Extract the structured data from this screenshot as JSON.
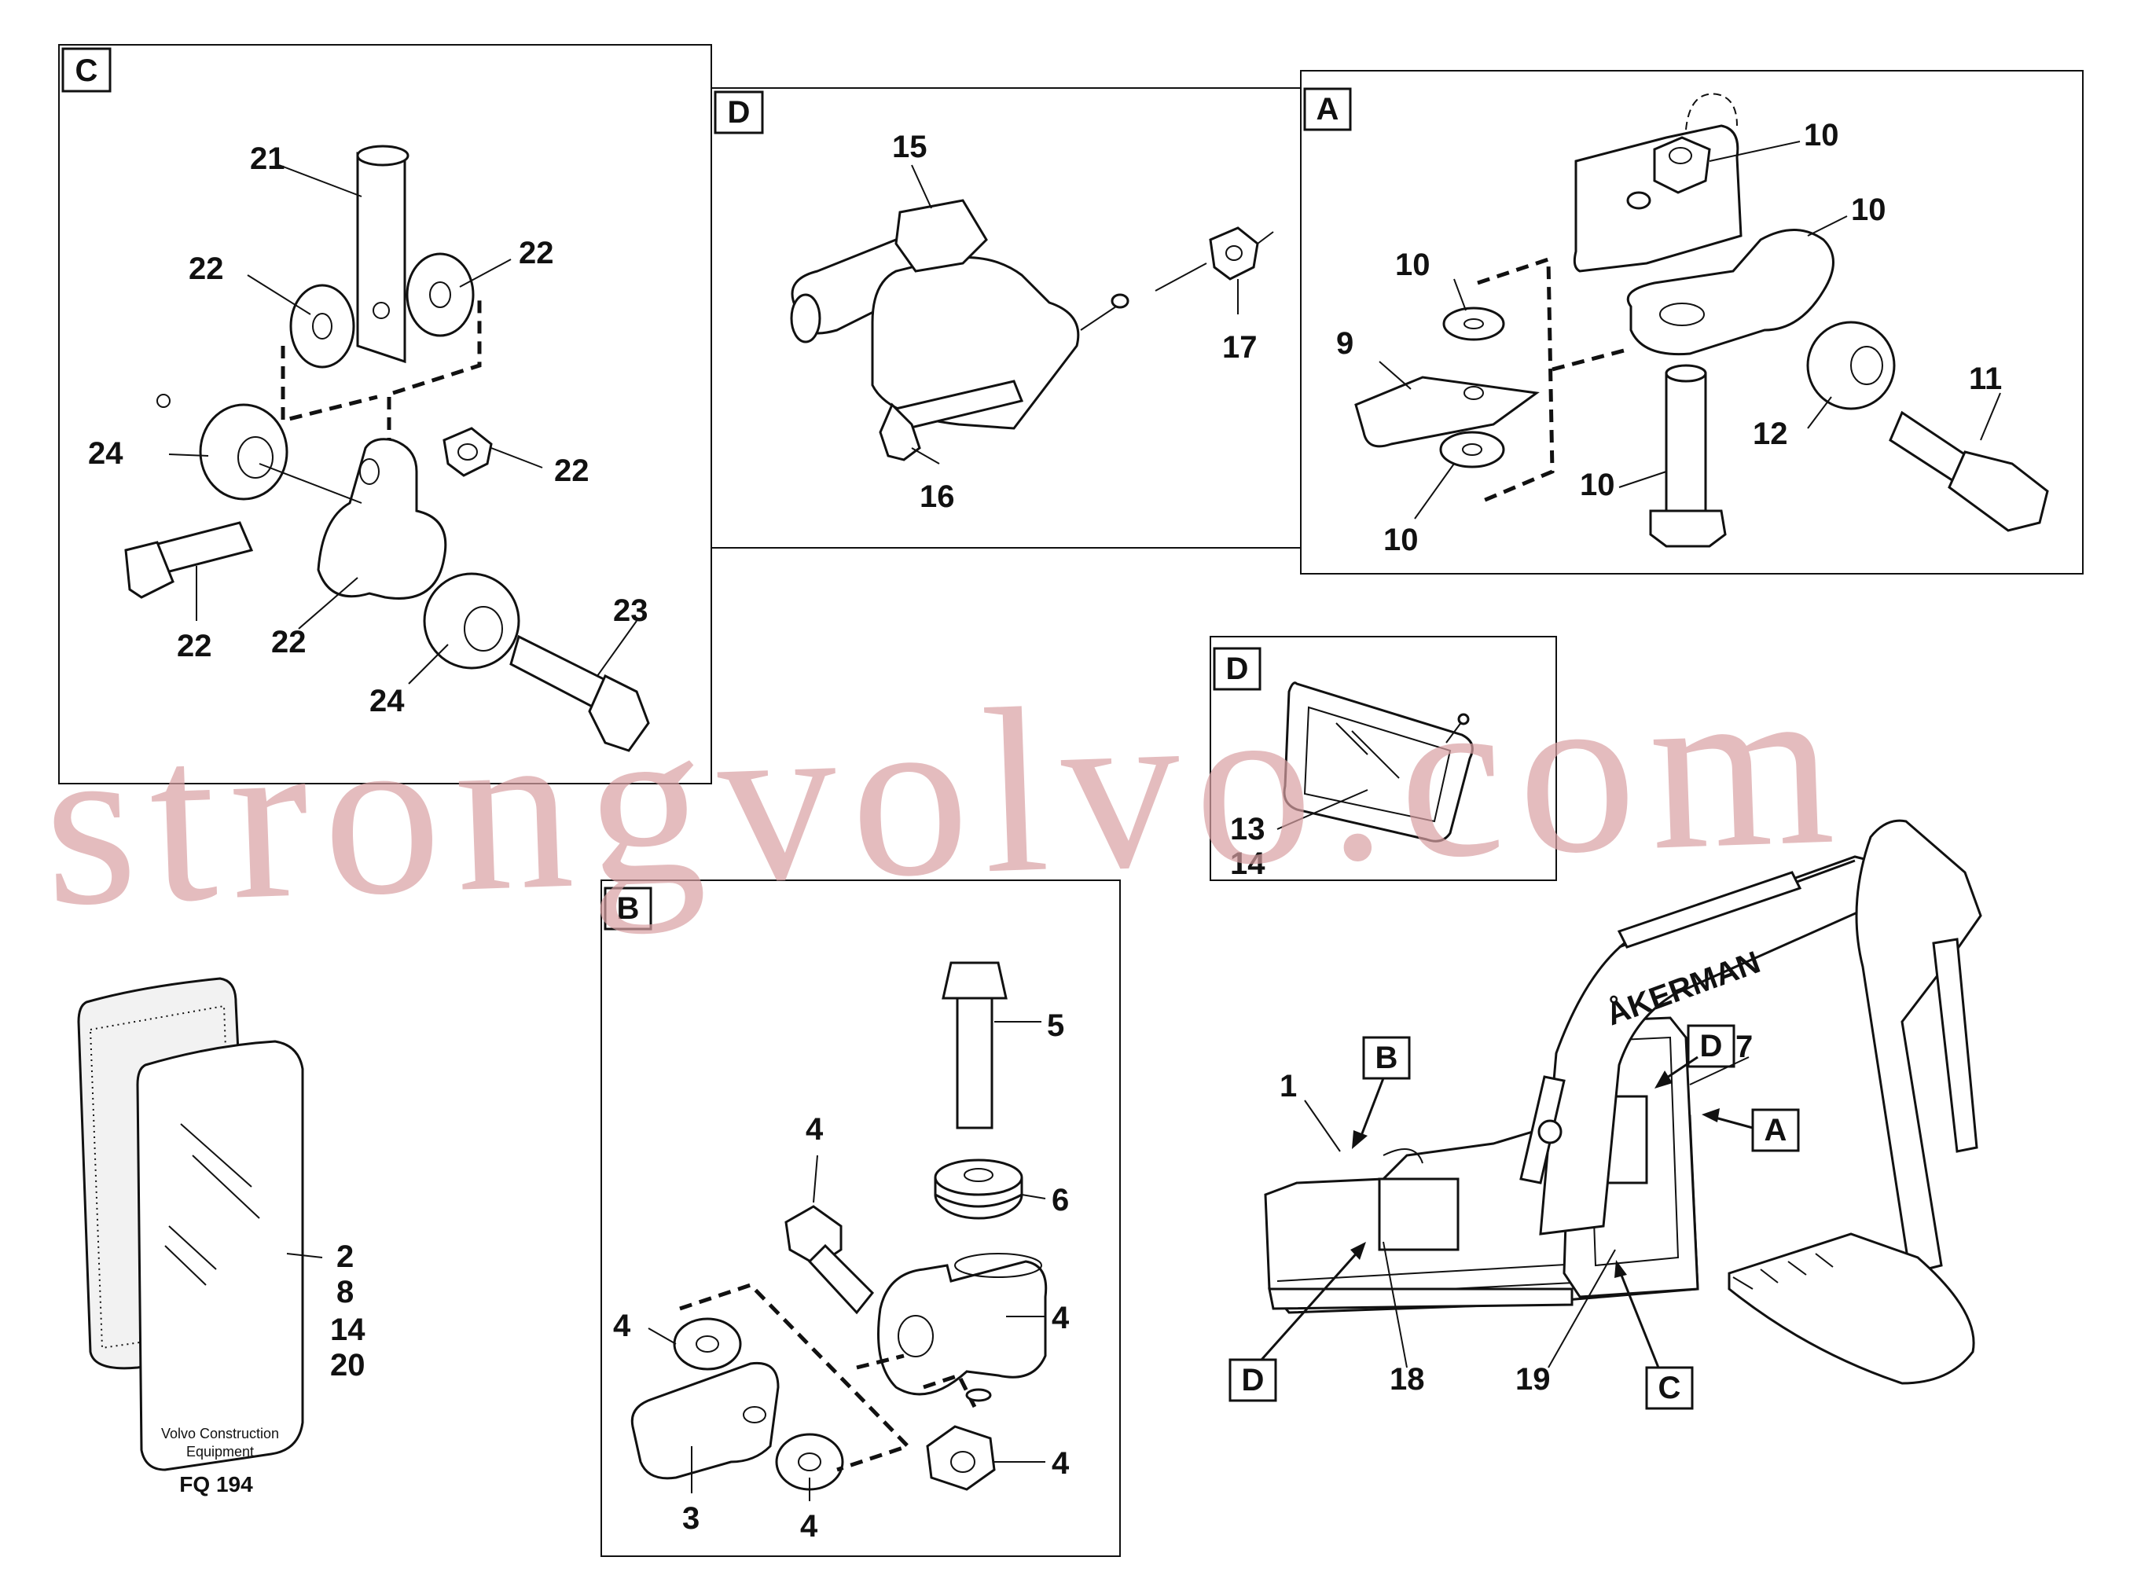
{
  "panels": {
    "C": {
      "tag": "C",
      "labels": [
        "21",
        "22",
        "22",
        "24",
        "22",
        "22",
        "22",
        "23",
        "24"
      ]
    },
    "D_top": {
      "tag": "D",
      "labels": [
        "15",
        "17",
        "16"
      ]
    },
    "A": {
      "tag": "A",
      "labels": [
        "10",
        "10",
        "10",
        "9",
        "11",
        "12",
        "10",
        "10"
      ]
    },
    "D_lamp": {
      "tag": "D",
      "labels": [
        "13",
        "14"
      ]
    },
    "B": {
      "tag": "B",
      "labels": [
        "5",
        "4",
        "6",
        "4",
        "4",
        "4",
        "3",
        "4"
      ]
    },
    "mirror": {
      "labels": [
        "2",
        "8",
        "14",
        "20"
      ]
    },
    "machine": {
      "labels": [
        "1",
        "7",
        "18",
        "19"
      ],
      "tags": [
        "B",
        "D",
        "A",
        "D",
        "C"
      ],
      "brand": "ÅKERMAN"
    }
  },
  "footer": {
    "company_line1": "Volvo Construction",
    "company_line2": "Equipment",
    "code": "FQ 194"
  },
  "watermark": "strongvolvo.com"
}
